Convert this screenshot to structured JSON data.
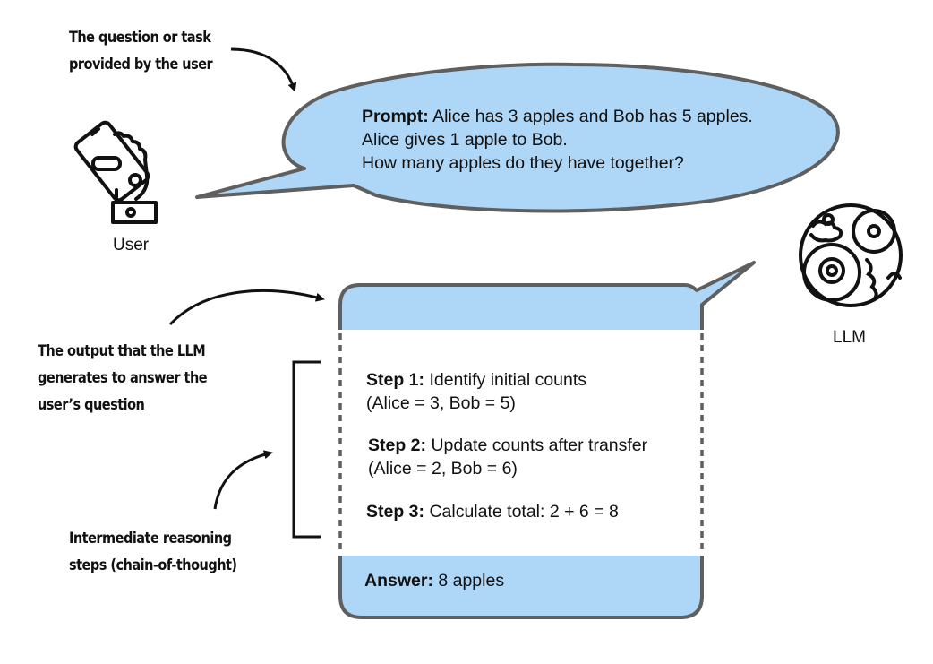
{
  "colors": {
    "bubble_fill": "#add6f7",
    "bubble_stroke": "#5f5f5f",
    "arrow": "#111111",
    "text": "#111111"
  },
  "annotations": {
    "user_question": [
      "The question or task",
      "provided by the user"
    ],
    "llm_output": [
      "The output that the LLM",
      "generates to answer the",
      "user’s question"
    ],
    "reasoning_steps": [
      "Intermediate reasoning",
      "steps (chain-of-thought)"
    ]
  },
  "actors": {
    "user": {
      "label": "User",
      "icon": "hand-holding-phone-icon"
    },
    "llm": {
      "label": "LLM",
      "icon": "gears-brain-icon"
    }
  },
  "prompt": {
    "heading": "Prompt:",
    "line1": "Alice has 3 apples and Bob has 5 apples.",
    "line2": "Alice gives 1 apple to Bob.",
    "line3": "How many apples do they have together?"
  },
  "response": {
    "steps": [
      {
        "heading": "Step 1:",
        "text": "Identify initial counts",
        "detail": "(Alice = 3, Bob = 5)"
      },
      {
        "heading": "Step 2:",
        "text": "Update counts after transfer",
        "detail": "(Alice = 2, Bob = 6)"
      },
      {
        "heading": "Step 3:",
        "text": "Calculate total: 2 + 6 = 8",
        "detail": ""
      }
    ],
    "answer": {
      "heading": "Answer:",
      "text": "8 apples"
    }
  }
}
